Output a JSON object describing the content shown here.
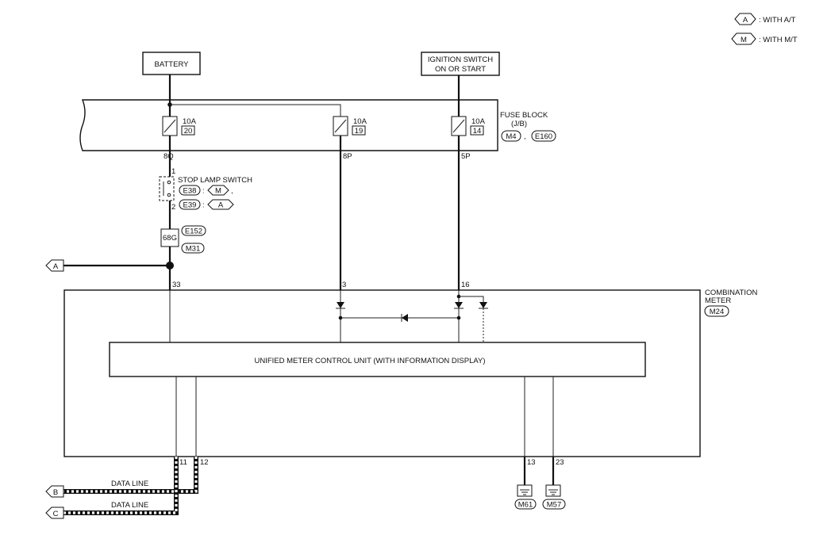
{
  "legend": {
    "a": {
      "symbol": "A",
      "text": ": WITH A/T"
    },
    "m": {
      "symbol": "M",
      "text": ": WITH M/T"
    }
  },
  "battery": "BATTERY",
  "ignition": {
    "line1": "IGNITION SWITCH",
    "line2": "ON OR START"
  },
  "fuse_block": {
    "line1": "FUSE BLOCK",
    "line2": "(J/B)",
    "connectors": [
      "M4",
      "E160"
    ],
    "fuses": [
      {
        "amp": "10A",
        "num": "20",
        "terminal": "8Q"
      },
      {
        "amp": "10A",
        "num": "19",
        "terminal": "8P"
      },
      {
        "amp": "10A",
        "num": "14",
        "terminal": "5P"
      }
    ]
  },
  "stop_lamp": {
    "label": "STOP LAMP SWITCH",
    "pin1": "1",
    "pin2": "2",
    "conn1": "E38",
    "conn1_opt": "M",
    "conn2": "E39",
    "conn2_opt": "A"
  },
  "joint": {
    "code": "68G",
    "conn1": "E152",
    "conn2": "M31"
  },
  "off_page_a": "A",
  "meter": {
    "line1": "COMBINATION",
    "line2": "METER",
    "connector": "M24",
    "pins": [
      "33",
      "3",
      "16"
    ],
    "control_unit": "UNIFIED METER CONTROL UNIT (WITH INFORMATION DISPLAY)",
    "bottom_pins": [
      "11",
      "12",
      "13",
      "23"
    ]
  },
  "data_lines": [
    {
      "label": "DATA LINE",
      "ref": "B"
    },
    {
      "label": "DATA LINE",
      "ref": "C"
    }
  ],
  "grounds": [
    "M61",
    "M57"
  ]
}
